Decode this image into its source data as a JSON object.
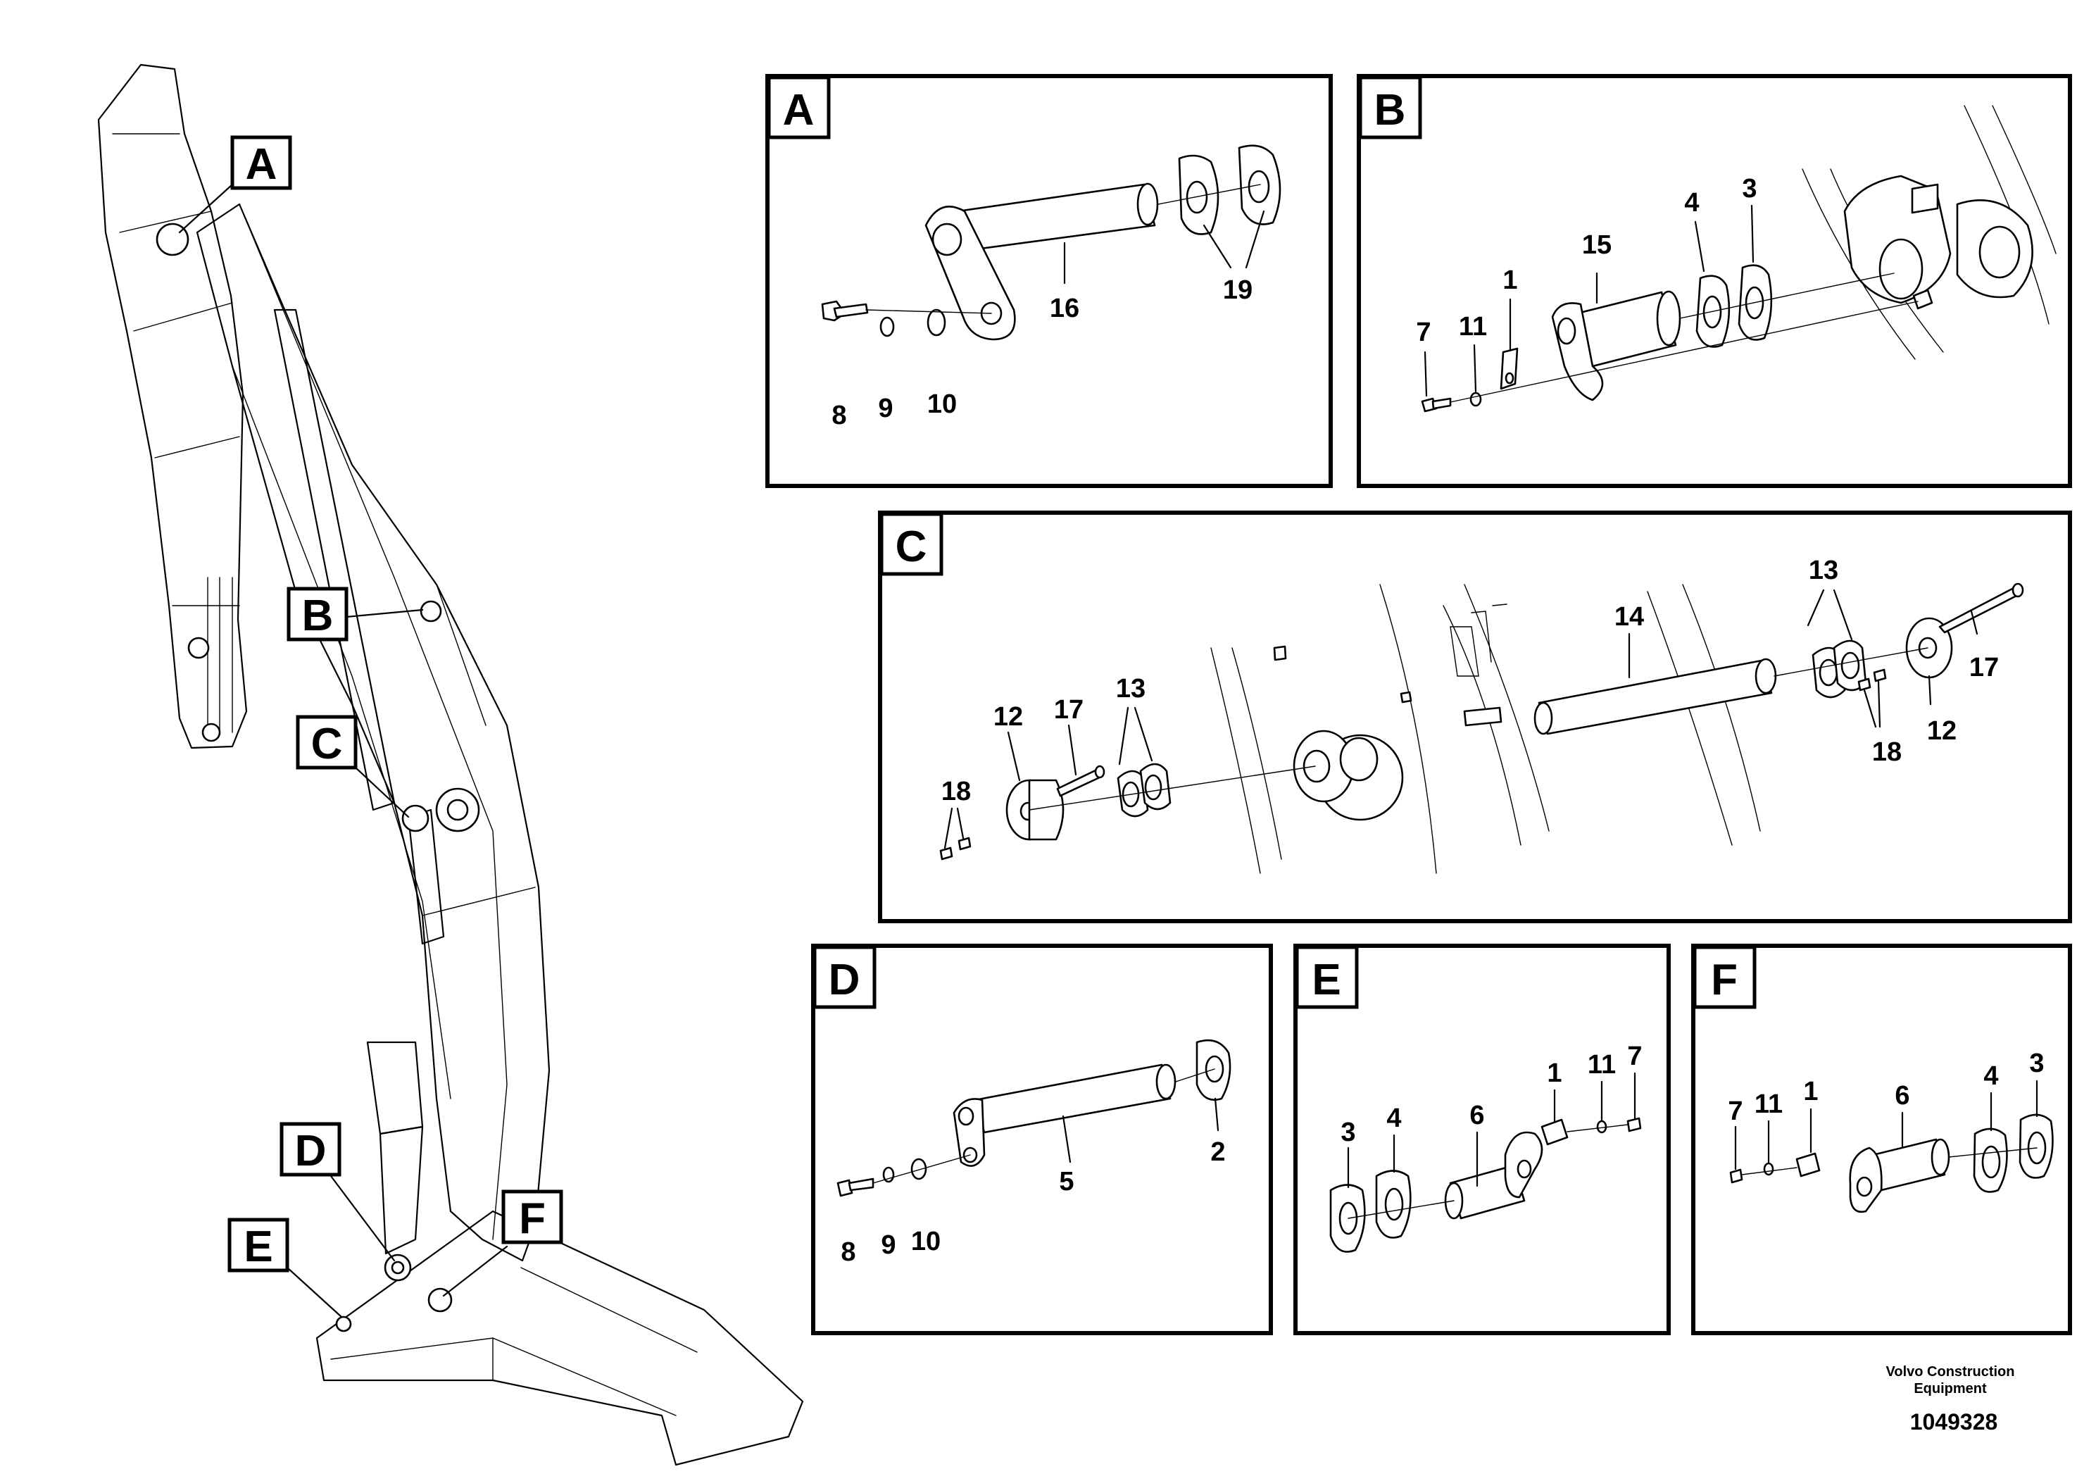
{
  "detail_labels": {
    "A": "A",
    "B": "B",
    "C": "C",
    "D": "D",
    "E": "E",
    "F": "F"
  },
  "parts": {
    "A": [
      "16",
      "19",
      "8",
      "9",
      "10"
    ],
    "B": [
      "15",
      "1",
      "4",
      "3",
      "7",
      "11"
    ],
    "C": [
      "14",
      "13",
      "13",
      "12",
      "17",
      "18",
      "12",
      "17",
      "18"
    ],
    "D": [
      "5",
      "2",
      "8",
      "9",
      "10"
    ],
    "E": [
      "3",
      "4",
      "6",
      "1",
      "11",
      "7"
    ],
    "F": [
      "7",
      "11",
      "1",
      "6",
      "4",
      "3"
    ]
  },
  "footer": {
    "company_line1": "Volvo Construction",
    "company_line2": "Equipment",
    "doc_number": "1049328"
  }
}
